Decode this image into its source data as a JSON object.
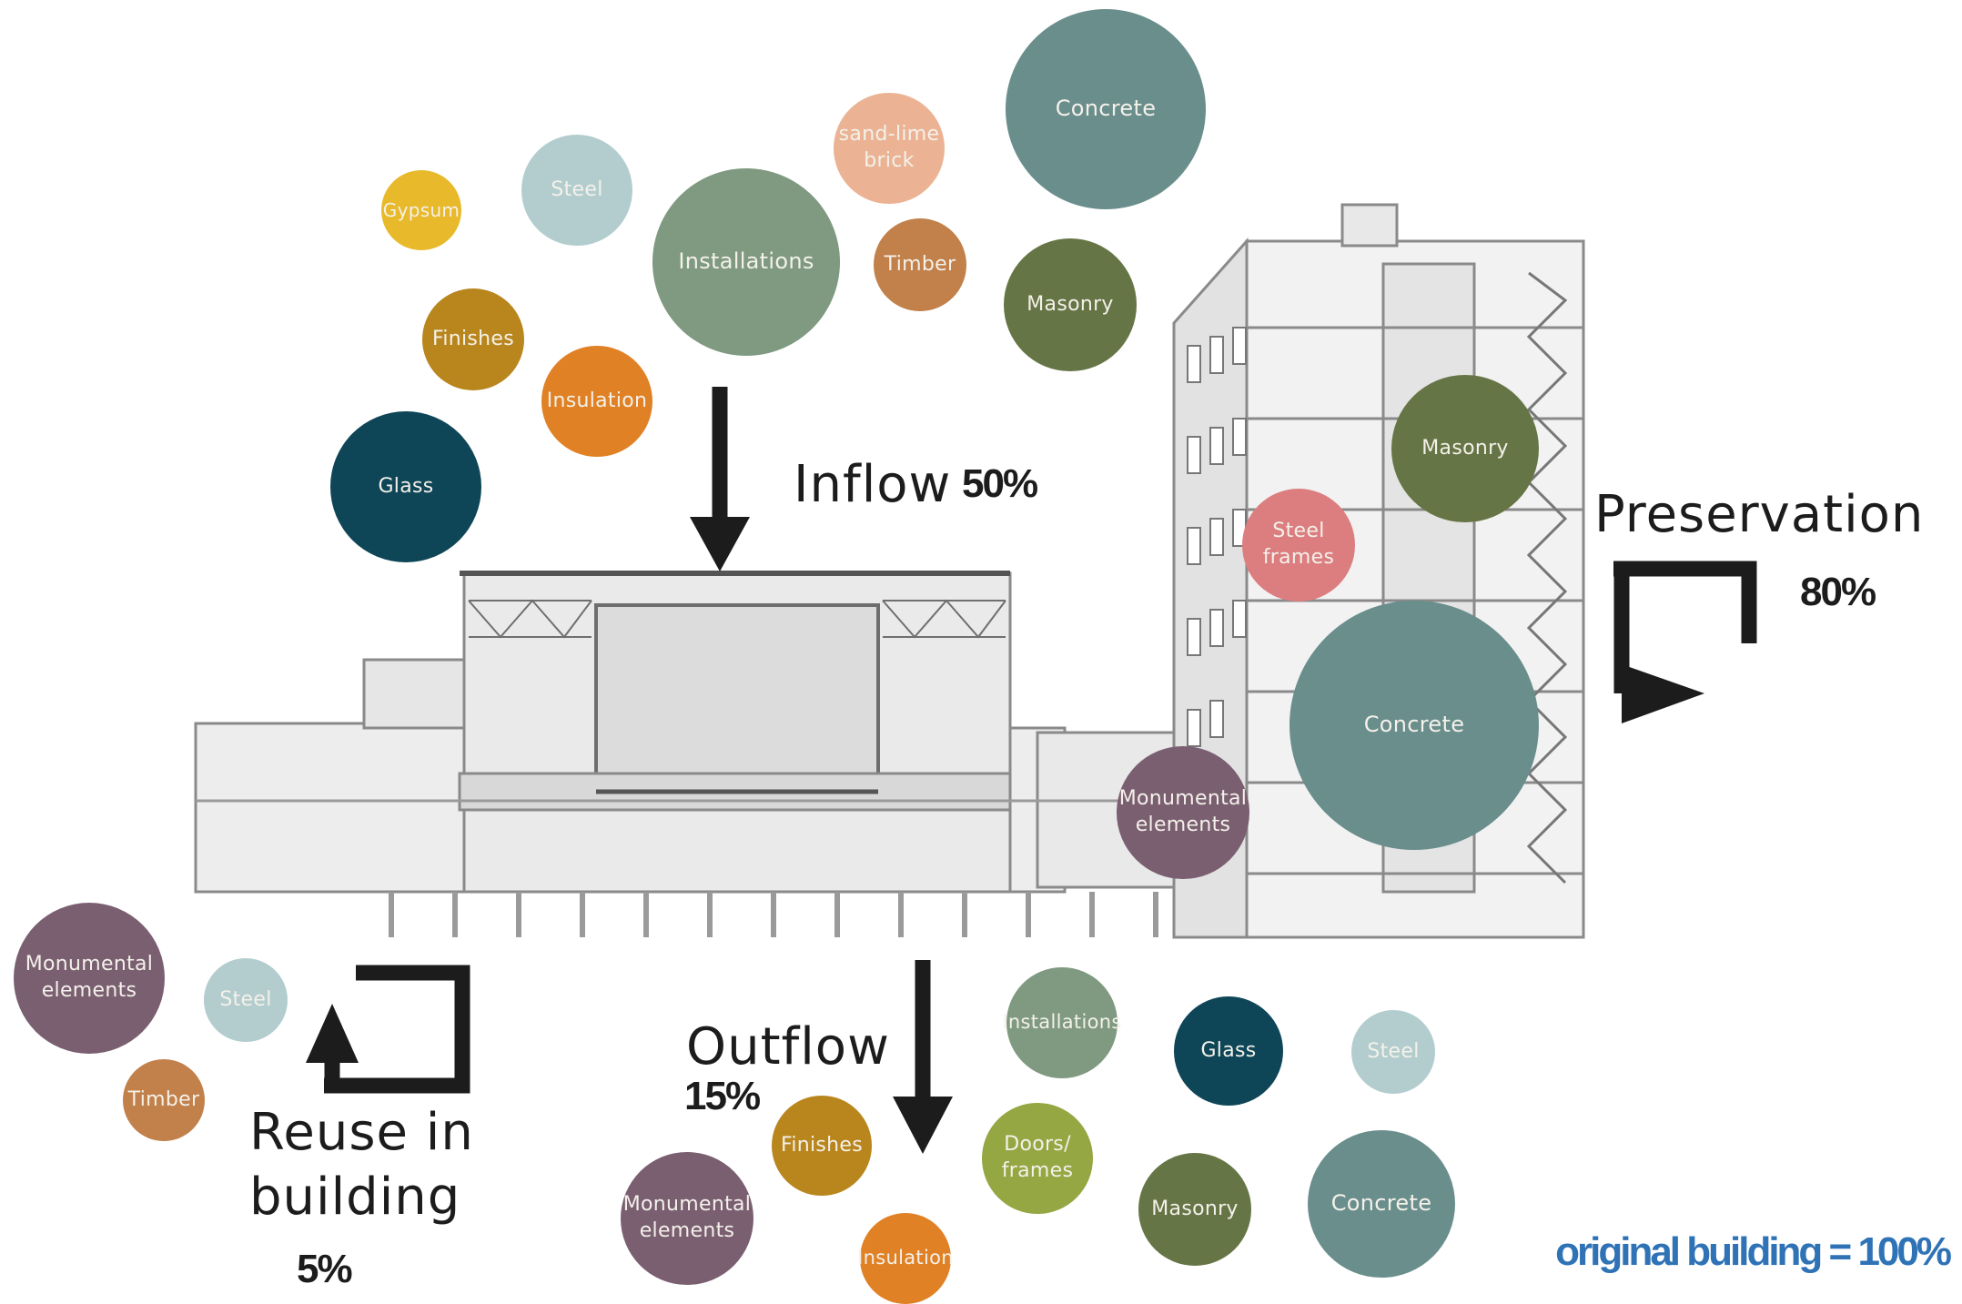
{
  "colors": {
    "concrete": "#6a8e8c",
    "masonry": "#667545",
    "steel": "#b3cdce",
    "glass": "#0e4658",
    "installations": "#7f9a80",
    "timber": "#c2804b",
    "sand_lime_brick": "#ebb394",
    "gypsum": "#e8b92a",
    "finishes": "#b9861e",
    "insulation": "#e08125",
    "steel_frames": "#dc7e80",
    "monumental": "#7a5f71",
    "doors_frames": "#95a742",
    "footnote": "#2f73b6",
    "arrows": "#1c1c1c"
  },
  "labels": {
    "inflow": "Inflow",
    "inflow_pct": "50%",
    "preservation": "Preservation",
    "preservation_pct": "80%",
    "outflow": "Outflow",
    "outflow_pct": "15%",
    "reuse_line1": "Reuse in",
    "reuse_line2": "building",
    "reuse_pct": "5%",
    "footnote": "original building = 100%"
  },
  "inflow_materials": [
    {
      "label": "Concrete",
      "color": "concrete"
    },
    {
      "label": "sand-lime\nbrick",
      "color": "sand_lime_brick"
    },
    {
      "label": "Steel",
      "color": "steel"
    },
    {
      "label": "Gypsum",
      "color": "gypsum"
    },
    {
      "label": "Installations",
      "color": "installations"
    },
    {
      "label": "Timber",
      "color": "timber"
    },
    {
      "label": "Masonry",
      "color": "masonry"
    },
    {
      "label": "Finishes",
      "color": "finishes"
    },
    {
      "label": "Insulation",
      "color": "insulation"
    },
    {
      "label": "Glass",
      "color": "glass"
    }
  ],
  "preservation_materials": [
    {
      "label": "Masonry",
      "color": "masonry"
    },
    {
      "label": "Steel\nframes",
      "color": "steel_frames"
    },
    {
      "label": "Concrete",
      "color": "concrete"
    },
    {
      "label": "Monumental\nelements",
      "color": "monumental"
    }
  ],
  "reuse_materials": [
    {
      "label": "Monumental\nelements",
      "color": "monumental"
    },
    {
      "label": "Steel",
      "color": "steel"
    },
    {
      "label": "Timber",
      "color": "timber"
    }
  ],
  "outflow_materials": [
    {
      "label": "Installations",
      "color": "installations"
    },
    {
      "label": "Glass",
      "color": "glass"
    },
    {
      "label": "Steel",
      "color": "steel"
    },
    {
      "label": "Finishes",
      "color": "finishes"
    },
    {
      "label": "Doors/\nframes",
      "color": "doors_frames"
    },
    {
      "label": "Monumental\nelements",
      "color": "monumental"
    },
    {
      "label": "Insulation",
      "color": "insulation"
    },
    {
      "label": "Masonry",
      "color": "masonry"
    },
    {
      "label": "Concrete",
      "color": "concrete"
    }
  ]
}
